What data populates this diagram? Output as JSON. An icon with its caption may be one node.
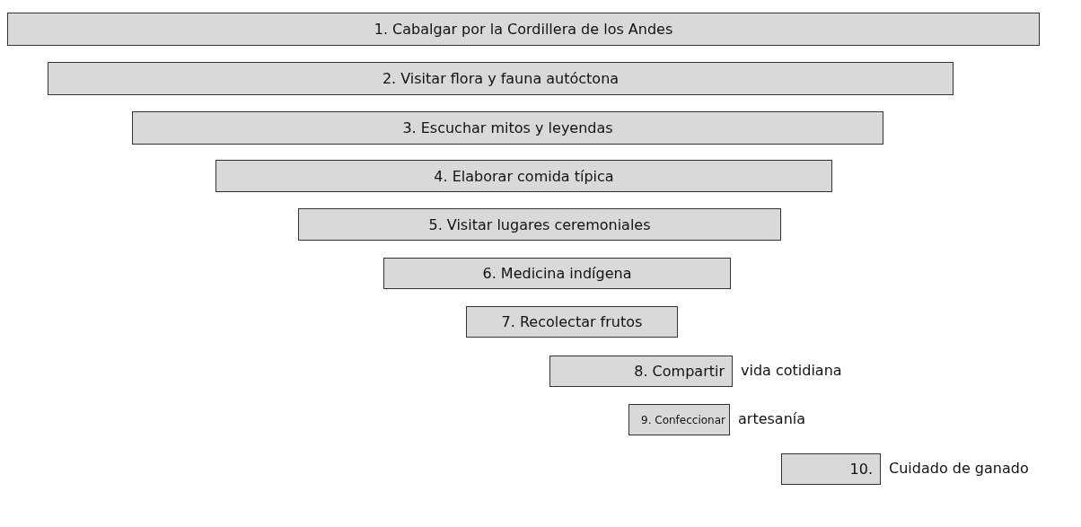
{
  "diagram": {
    "nodes": [
      {
        "text": [
          "1. Cabalgar por la Cordillera de los Andes"
        ]
      },
      {
        "text": [
          "2. Visitar flora y fauna autóctona"
        ]
      },
      {
        "text": [
          "3. Escuchar mitos y leyendas"
        ]
      },
      {
        "text": [
          "4. Elaborar comida típica"
        ]
      },
      {
        "text": [
          "5. Visitar lugares ceremoniales"
        ]
      },
      {
        "text": [
          "6. Medicina indígena"
        ]
      },
      {
        "text": [
          "7. Recolectar frutos"
        ]
      },
      {
        "text": [
          "8. Compartir"
        ],
        "beside": [
          "vida cotidiana"
        ]
      },
      {
        "text": [
          "9. Confeccionar"
        ],
        "beside": [
          "artesanía"
        ]
      },
      {
        "text": [
          "10."
        ],
        "beside": [
          "Cuidado de ganado"
        ]
      }
    ],
    "edges": []
  }
}
